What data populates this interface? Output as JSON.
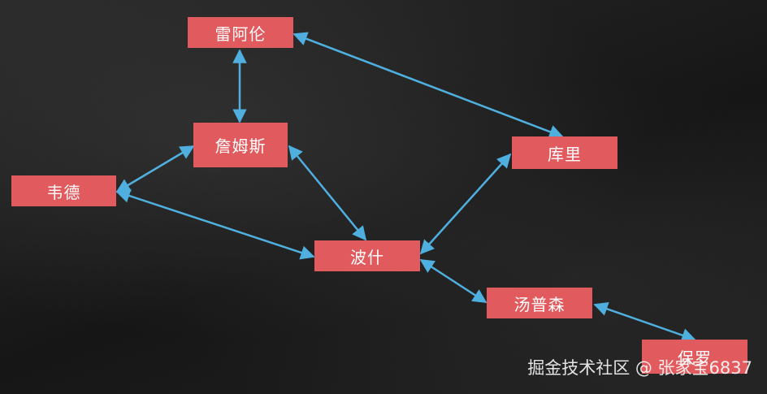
{
  "nodes": {
    "leiaolun": "雷阿伦",
    "zhanmusi": "詹姆斯",
    "weide": "韦德",
    "kuli": "库里",
    "boshi": "波什",
    "tangpusen": "汤普森",
    "baoluo": "保罗"
  },
  "watermark": "掘金技术社区 @ 张家宝6837",
  "colors": {
    "node_fill": "#e05a5e",
    "edge": "#4fb0e0"
  }
}
